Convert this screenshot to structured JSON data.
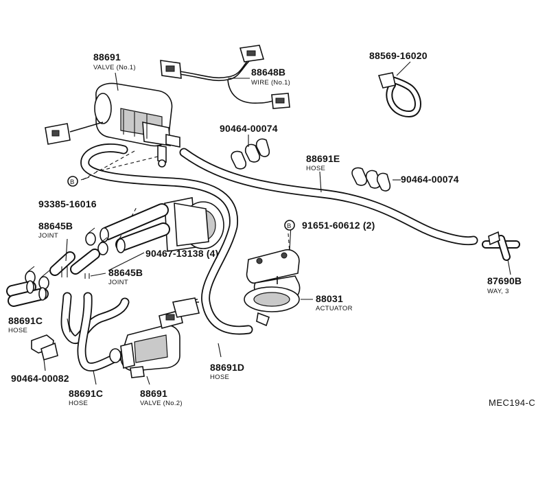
{
  "labels": {
    "valve1": {
      "part_number": "88691",
      "name": "VALVE (No.1)"
    },
    "wire": {
      "part_number": "88648B",
      "name": "WIRE (No.1)"
    },
    "clamp_top": {
      "part_number": "88569-16020"
    },
    "clip_1": {
      "part_number": "90464-00074"
    },
    "hose_e": {
      "part_number": "88691E",
      "name": "HOSE"
    },
    "clip_2": {
      "part_number": "90464-00074"
    },
    "bolt_1": {
      "marker": "B",
      "part_number": "93385-16016"
    },
    "bolt_2": {
      "marker": "B",
      "part_number": "91651-60612 (2)"
    },
    "joint_1": {
      "part_number": "88645B",
      "name": "JOINT"
    },
    "clips_4": {
      "part_number": "90467-13138 (4)"
    },
    "joint_2": {
      "part_number": "88645B",
      "name": "JOINT"
    },
    "actuator": {
      "part_number": "88031",
      "name": "ACTUATOR"
    },
    "way3": {
      "part_number": "87690B",
      "name": "WAY, 3"
    },
    "hose_c1": {
      "part_number": "88691C",
      "name": "HOSE"
    },
    "hose_d": {
      "part_number": "88691D",
      "name": "HOSE"
    },
    "clip_3": {
      "part_number": "90464-00082"
    },
    "hose_c2": {
      "part_number": "88691C",
      "name": "HOSE"
    },
    "valve2": {
      "part_number": "88691",
      "name": "VALVE (No.2)"
    }
  },
  "diagram_code": "MEC194-C",
  "icons": [
    "valve-no1-icon",
    "wire-harness-icon",
    "hose-clamp-icon",
    "hose-clip-icon",
    "hose-icon",
    "joint-icon",
    "actuator-icon",
    "three-way-joint-icon",
    "valve-no2-icon",
    "bolt-marker-icon"
  ]
}
